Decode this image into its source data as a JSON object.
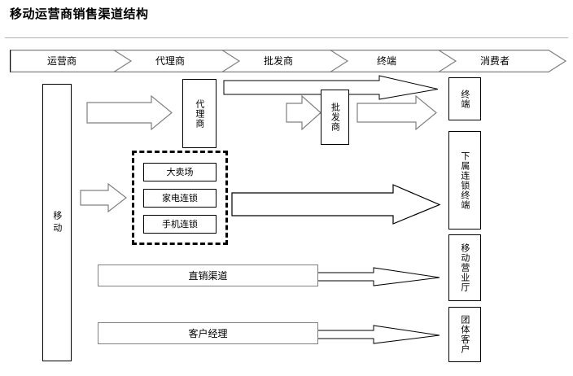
{
  "title": "移动运营商销售渠道结构",
  "header_chain": {
    "name": "channel-stage-chevrons",
    "stages": [
      {
        "label": "运营商"
      },
      {
        "label": "代理商"
      },
      {
        "label": "批发商"
      },
      {
        "label": "终端"
      },
      {
        "label": "消费者"
      }
    ]
  },
  "nodes": {
    "operator": {
      "label": "移动"
    },
    "agent": {
      "label": "代理商"
    },
    "wholesaler": {
      "label": "批发商"
    },
    "terminal": {
      "label": "终端"
    },
    "chain_terminal": {
      "label": "下属连锁终端"
    },
    "mobile_hall": {
      "label": "移动营业厅"
    },
    "group_customer": {
      "label": "团体客户"
    }
  },
  "retail_group": {
    "items": [
      {
        "label": "大卖场"
      },
      {
        "label": "家电连锁"
      },
      {
        "label": "手机连锁"
      }
    ]
  },
  "channel_bars": [
    {
      "label": "直销渠道"
    },
    {
      "label": "客户经理"
    }
  ],
  "colors": {
    "line": "#000000",
    "arrow_stroke": "#808080",
    "rule": "#b0b0b0",
    "background": "#ffffff"
  }
}
